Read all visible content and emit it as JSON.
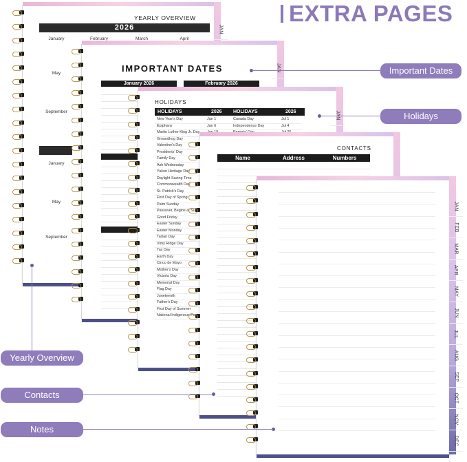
{
  "headline": "EXTRA PAGES",
  "yearly_overview": {
    "title": "YEARLY OVERVIEW",
    "year": "2026",
    "months_top": [
      "January",
      "February",
      "March",
      "April"
    ],
    "month_mid": "May",
    "month_sep": "September",
    "months_lower": [
      "January",
      "May",
      "September"
    ],
    "tab": "JAN"
  },
  "important_dates": {
    "title": "IMPORTANT DATES",
    "band_left": "January 2026",
    "band_right": "February 2026",
    "tab": "JAN"
  },
  "holidays": {
    "title": "HOLIDAYS",
    "col_header": "HOLIDAYS",
    "year": "2026",
    "col_header2": "HOLIDAYS",
    "year2": "2026",
    "right_entries": [
      {
        "date": "Jul 1",
        "name": "Canada Day"
      },
      {
        "date": "Jul 4",
        "name": "Independence Day"
      },
      {
        "date": "Jul 26",
        "name": "Parents' Day"
      }
    ],
    "left_dates": [
      "Jan 1",
      "Jan 6",
      "Jan 19"
    ],
    "items": [
      "New Year's Day",
      "Epiphany",
      "Martin Luther King Jr. Day",
      "Groundhog Day",
      "Valentine's Day",
      "Presidents' Day",
      "Family Day",
      "Ash Wednesday",
      "Yukon Heritage Day",
      "Daylight Saving Time",
      "Commonwealth Day",
      "St. Patrick's Day",
      "First Day of Spring",
      "Palm Sunday",
      "Passover, Begins at Sunset",
      "Good Friday",
      "Easter Sunday",
      "Easter Monday",
      "Tartan Day",
      "Vimy Ridge Day",
      "Tax Day",
      "Earth Day",
      "Cinco de Mayo",
      "Mother's Day",
      "Victoria Day",
      "Memorial Day",
      "Flag Day",
      "Juneteenth",
      "Father's Day",
      "First Day of Summer",
      "National Indigenous Peoples Day"
    ],
    "tab": "JAN"
  },
  "contacts": {
    "title": "CONTACTS",
    "columns": [
      "Name",
      "Address",
      "Numbers"
    ]
  },
  "notes": {
    "tabs": [
      "JAN",
      "FEB",
      "MAR",
      "APR",
      "MAY",
      "JUN",
      "JUL",
      "AUG",
      "SEP",
      "OCT",
      "NOV",
      "DEC"
    ]
  },
  "callouts": {
    "important_dates": "Important Dates",
    "holidays": "Holidays",
    "yearly_overview": "Yearly Overview",
    "contacts": "Contacts",
    "notes": "Notes"
  },
  "colors": {
    "accent": "#8e7cbb",
    "headline": "#8b79b8",
    "band": "#1c1c1c",
    "spine": "#4d4f8a"
  }
}
